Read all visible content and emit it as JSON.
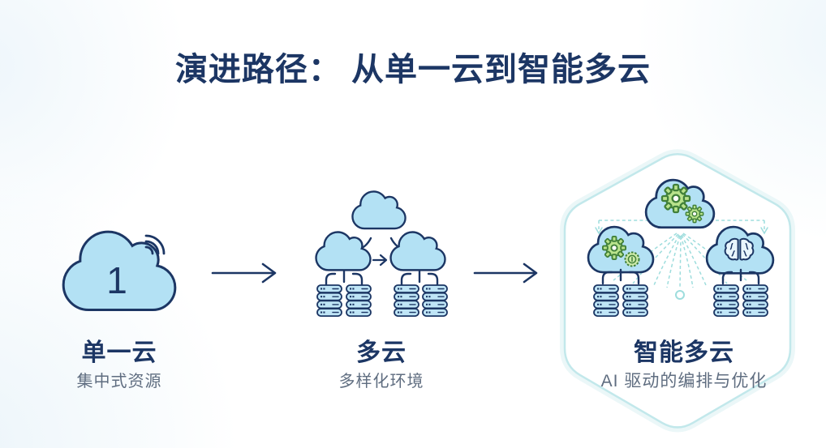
{
  "title": "演进路径： 从单一云到智能多云",
  "stages": [
    {
      "name": "single-cloud",
      "label": "单一云",
      "sublabel": "集中式资源",
      "cloud_badge": "1",
      "icon": "cloud-signal-icon"
    },
    {
      "name": "multi-cloud",
      "label": "多云",
      "sublabel": "多样化环境",
      "icon": "cloud-cluster-database-icon"
    },
    {
      "name": "intelligent-multi-cloud",
      "label": "智能多云",
      "sublabel": "AI 驱动的编排与优化",
      "icon": "hexagon-ai-orchestration-icon"
    }
  ],
  "icons": {
    "wifi": "wifi-signal-icon",
    "gear": "gear-icon",
    "token": "token-coin-icon",
    "brain": "brain-icon",
    "database": "database-stack-icon",
    "arrow": "right-arrow-icon",
    "hexagon": "hexagon-frame-icon",
    "node": "connector-node-icon"
  },
  "colors": {
    "title": "#1c3664",
    "label": "#1c3664",
    "sublabel": "#5f6d80",
    "cloud_fill": "#b3e1f4",
    "cloud_stroke": "#1c3664",
    "db_fill": "#bfe5f6",
    "gear_fill": "#b9e38c",
    "gear_stroke": "#41803a",
    "teal_dash": "#9edddd",
    "hexagon_stroke": "#c2e8eb",
    "arrow": "#1c3664"
  }
}
